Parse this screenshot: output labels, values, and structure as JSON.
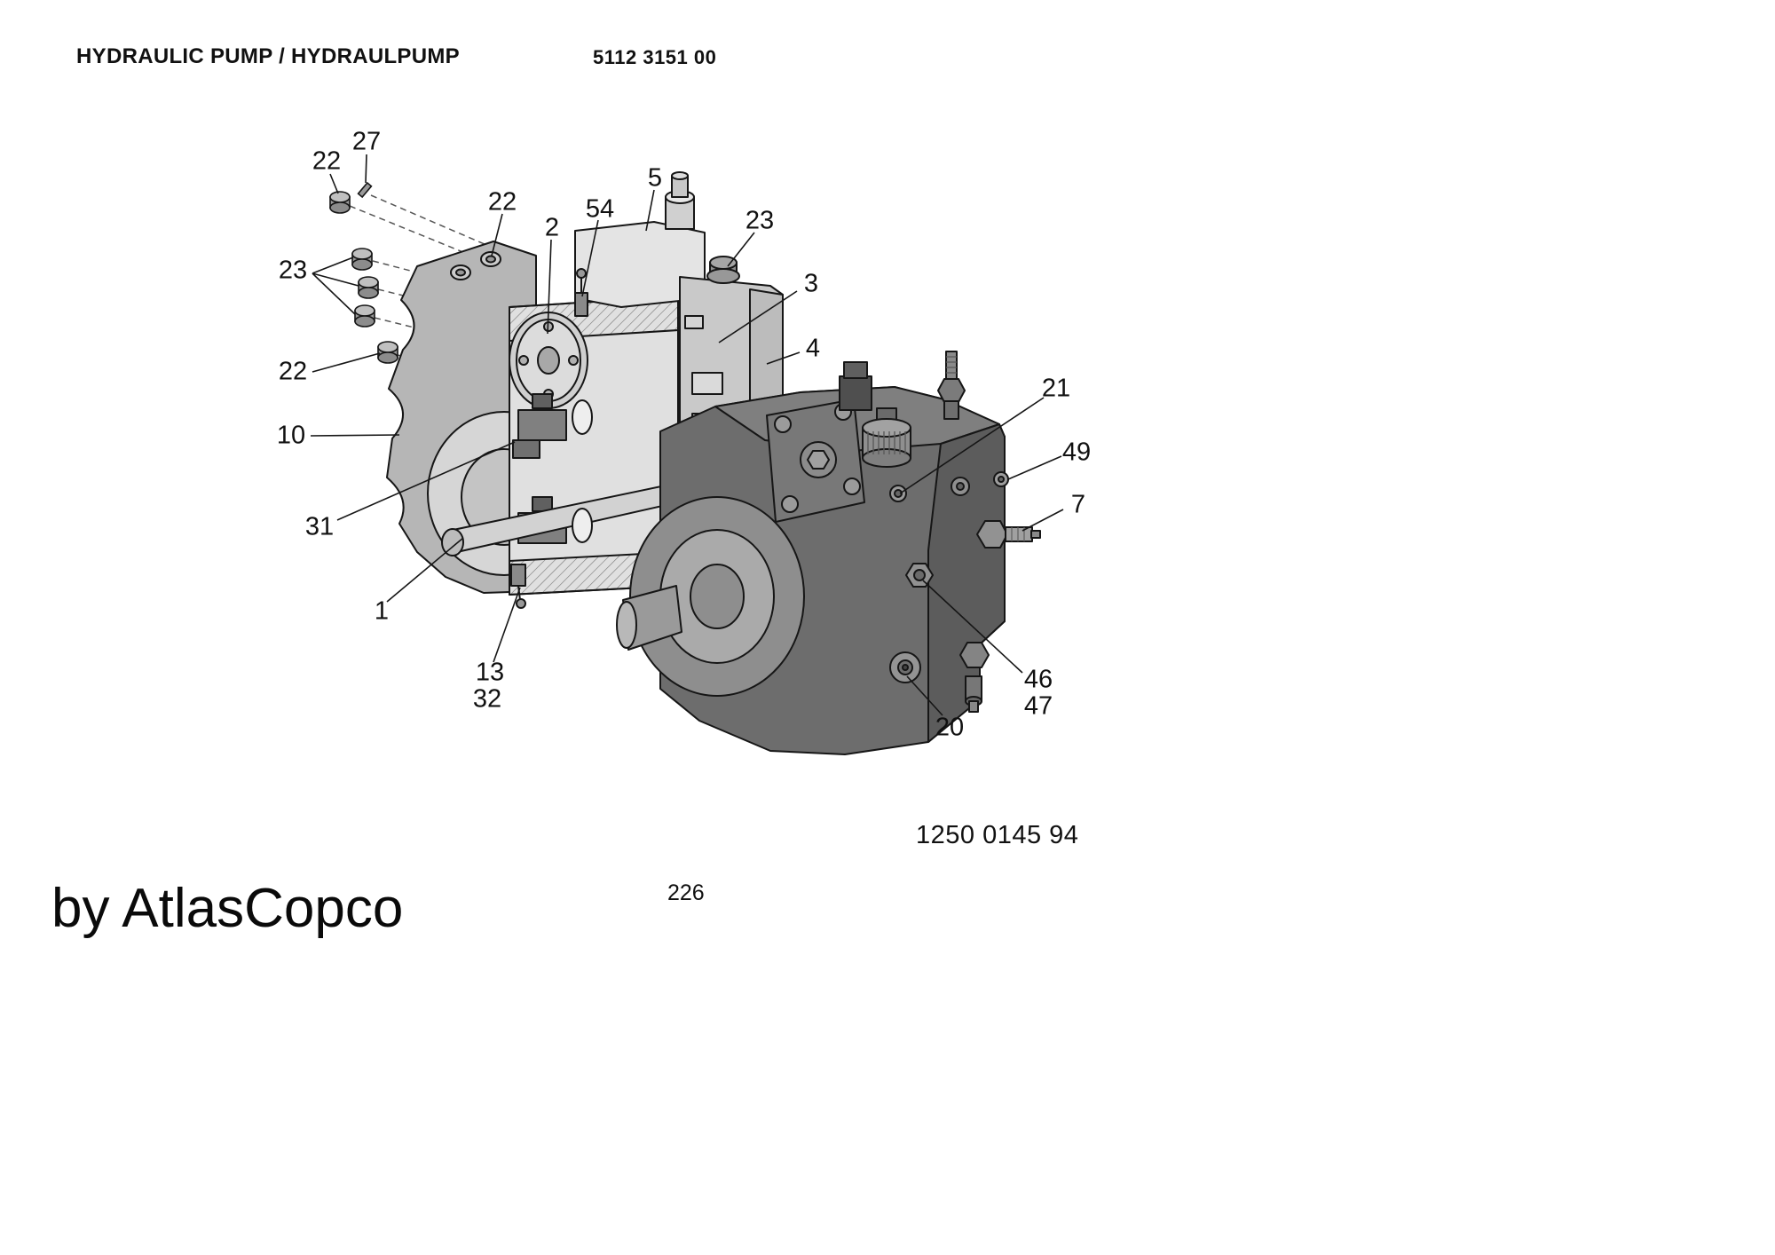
{
  "header": {
    "title": "HYDRAULIC PUMP / HYDRAULPUMP",
    "doc_number": "5112 3151 00"
  },
  "figure": {
    "subject": "hydraulic pump exploded parts view",
    "part_number": "1250 0145 94",
    "callouts": [
      {
        "label": "27"
      },
      {
        "label": "22"
      },
      {
        "label": "22"
      },
      {
        "label": "2"
      },
      {
        "label": "54"
      },
      {
        "label": "5"
      },
      {
        "label": "23"
      },
      {
        "label": "3"
      },
      {
        "label": "4"
      },
      {
        "label": "23"
      },
      {
        "label": "22"
      },
      {
        "label": "10"
      },
      {
        "label": "31"
      },
      {
        "label": "1"
      },
      {
        "label": "13"
      },
      {
        "label": "32"
      },
      {
        "label": "21"
      },
      {
        "label": "49"
      },
      {
        "label": "7"
      },
      {
        "label": "46"
      },
      {
        "label": "47"
      },
      {
        "label": "20"
      }
    ]
  },
  "footer": {
    "page_number": "226",
    "brand": "by AtlasCopco"
  }
}
